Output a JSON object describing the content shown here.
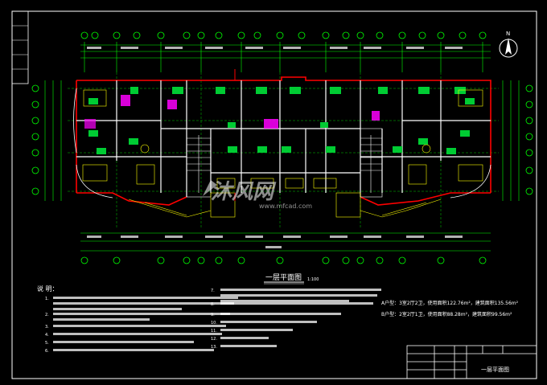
{
  "drawing": {
    "title": "一层平面图",
    "scale_note": "1:100",
    "north_label": "N",
    "watermark": {
      "brand": "沐风网",
      "url": "www.mfcad.com"
    },
    "notes": {
      "heading": "说 明：",
      "items": [
        "1.",
        "2.",
        "3.",
        "4.",
        "5.",
        "6."
      ],
      "right_items": [
        "7.",
        "8.",
        "9.",
        "10.",
        "11.",
        "12.",
        "13."
      ]
    },
    "areas": {
      "line1": "A户型：3室2厅2卫，使用面积122.76m²，建筑面积135.56m²",
      "line2": "B户型：2室2厅1卫，使用面积88.28m²，建筑面积99.56m²"
    },
    "title_block": {
      "name": "一层平面图"
    }
  },
  "colors": {
    "background": "#000000",
    "frame": "#ffffff",
    "wall": "#ff0000",
    "dimension": "#00ff00",
    "axis": "#00ff00",
    "furniture": "#ffff00",
    "text": "#ffffff",
    "fill_green": "#00cc33",
    "fill_magenta": "#ff00ff",
    "cyan": "#00ffff"
  }
}
